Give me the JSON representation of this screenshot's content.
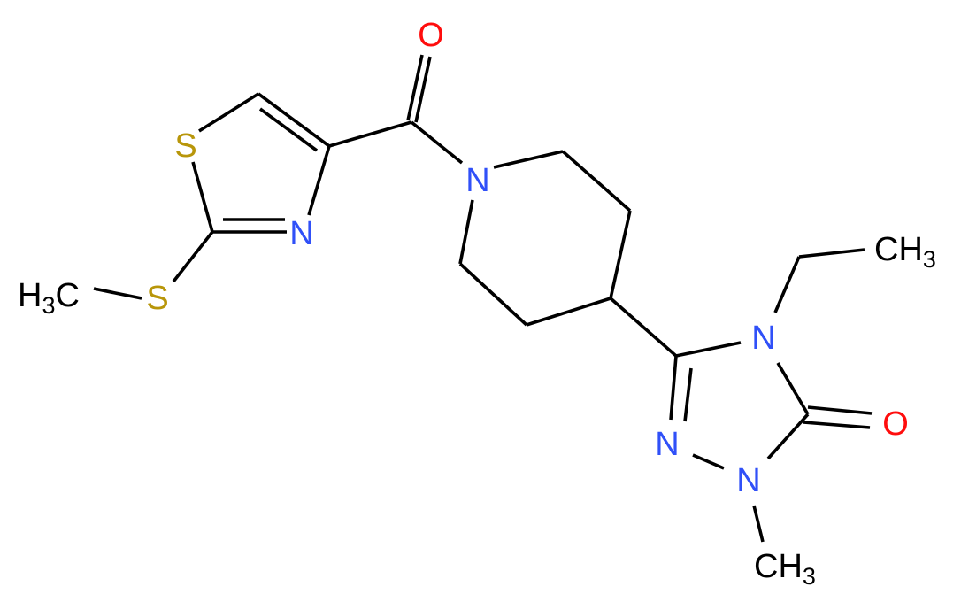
{
  "colors": {
    "bond": "#000000",
    "nitrogen": "#3050F8",
    "oxygen": "#FF0D0D",
    "sulfur": "#B8960A",
    "carbon": "#000000"
  },
  "atoms": {
    "o_amide": "O",
    "s_ring": "S",
    "n_thiazole": "N",
    "s_thioether": "S",
    "methyl_s_main": "H",
    "methyl_s_sub": "3",
    "methyl_s_c": "C",
    "n_piperidine": "N",
    "n4_triazole": "N",
    "o_triazolone": "O",
    "n1_triazole": "N",
    "n2_triazole": "N",
    "ethyl_ch3_main": "CH",
    "ethyl_ch3_sub": "3",
    "n_methyl_main": "CH",
    "n_methyl_sub": "3"
  }
}
